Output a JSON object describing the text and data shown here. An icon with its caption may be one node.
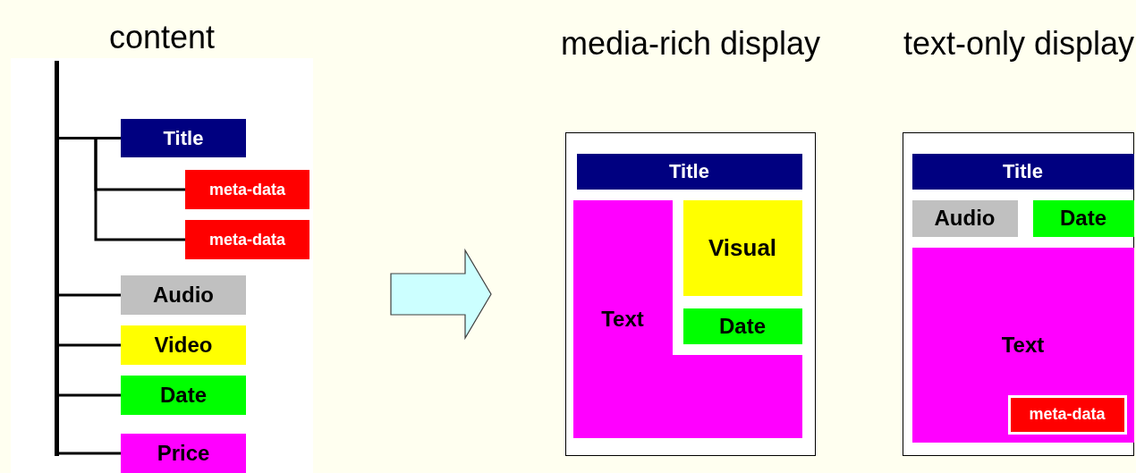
{
  "diagram": {
    "nodes": [
      {
        "text": [
          "content"
        ]
      },
      {
        "text": [],
        "shape": "bar",
        "in": 0
      },
      {
        "text": [
          "Title"
        ],
        "in": 0
      },
      {
        "text": [
          "meta-data"
        ],
        "in": 0
      },
      {
        "text": [
          "meta-data"
        ],
        "in": 0
      },
      {
        "text": [
          "Audio"
        ],
        "in": 0
      },
      {
        "text": [
          "Video"
        ],
        "in": 0
      },
      {
        "text": [
          "Date"
        ],
        "in": 0
      },
      {
        "text": [
          "Price"
        ],
        "in": 0
      },
      {
        "text": [
          "media-rich display"
        ]
      },
      {
        "text": [
          "Title"
        ],
        "in": 9
      },
      {
        "text": [
          "Text"
        ],
        "in": 9
      },
      {
        "text": [
          "Visual"
        ],
        "in": 9
      },
      {
        "text": [
          "Date"
        ],
        "in": 9
      },
      {
        "text": [
          "text-only display"
        ]
      },
      {
        "text": [
          "Title"
        ],
        "in": 14
      },
      {
        "text": [
          "Audio"
        ],
        "in": 14
      },
      {
        "text": [
          "Date"
        ],
        "in": 14
      },
      {
        "text": [
          "Text"
        ],
        "in": 14
      },
      {
        "text": [
          "meta-data"
        ],
        "in": 18
      }
    ],
    "edges": [
      {
        "from": 1,
        "to": 2,
        "arrow": "none"
      },
      {
        "from": 2,
        "to": 3,
        "arrow": "none"
      },
      {
        "from": 2,
        "to": 4,
        "arrow": "none"
      },
      {
        "from": 1,
        "to": 5,
        "arrow": "none"
      },
      {
        "from": 1,
        "to": 6,
        "arrow": "none"
      },
      {
        "from": 1,
        "to": 7,
        "arrow": "none"
      },
      {
        "from": 1,
        "to": 8,
        "arrow": "none"
      },
      {
        "from": 0,
        "to": 9,
        "arrow": "to",
        "style": "thick",
        "color": "#ccffff"
      }
    ]
  }
}
